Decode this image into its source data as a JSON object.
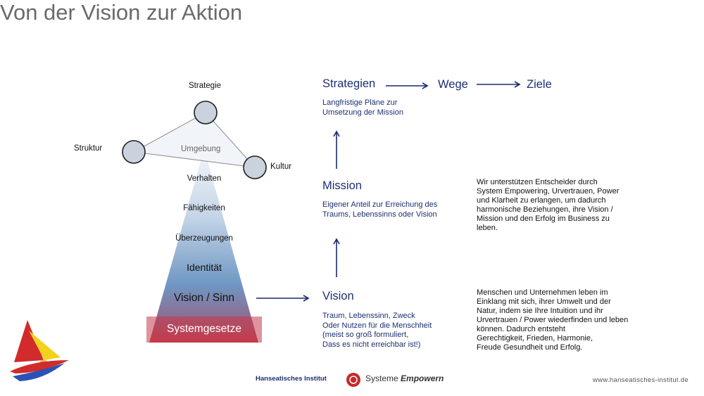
{
  "title": "Von der Vision zur Aktion",
  "triangle": {
    "vertex_top": "Strategie",
    "vertex_left": "Struktur",
    "vertex_right": "Kultur",
    "center": "Umgebung"
  },
  "pyramid_levels": [
    "Verhalten",
    "Fähigkeiten",
    "Überzeugungen",
    "Identität",
    "Vision / Sinn",
    "Systemgesetze"
  ],
  "flow": {
    "strategien": {
      "heading": "Strategien",
      "desc": [
        "Langfristige Pläne zur",
        "Umsetzung der Mission"
      ]
    },
    "wege": "Wege",
    "ziele": "Ziele",
    "mission": {
      "heading": "Mission",
      "desc": [
        "Eigener Anteil zur Erreichung des",
        "Traums, Lebenssinns oder Vision"
      ]
    },
    "vision": {
      "heading": "Vision",
      "desc": [
        "Traum, Lebenssinn, Zweck",
        "Oder Nutzen für die Menschheit",
        "(meist so groß formuliert,",
        "Dass es nicht erreichbar ist!)"
      ]
    }
  },
  "statements": {
    "mission": [
      "Wir unterstützen Entscheider durch",
      "System Empowering, Urvertrauen, Power",
      "und Klarheit zu erlangen, um dadurch",
      "harmonische Beziehungen, ihre Vision /",
      "Mission und den Erfolg im Business zu",
      "leben."
    ],
    "vision": [
      "Menschen und Unternehmen leben im",
      "Einklang mit sich, ihrer Umwelt und der",
      "Natur, indem sie Ihre Intuition und ihr",
      "Urvertrauen / Power wiederfinden und leben",
      "können. Dadurch entsteht",
      "Gerechtigkeit, Frieden, Harmonie,",
      "Freude Gesundheit und Erfolg."
    ]
  },
  "footer": {
    "institute": "Hanseatisches Institut",
    "brand_prefix": "Systeme",
    "brand_emph": "Empowern",
    "url": "www.hanseatisches-institut.de"
  },
  "colors": {
    "title": "#6a6a6a",
    "heading_blue": "#1c2f72",
    "arrow_blue": "#1a2a6e",
    "pyramid_top": "#eef3f9",
    "pyramid_mid": "#7aa0c8",
    "pyramid_red": "#c43a4b",
    "node_fill": "#c9d2dd"
  }
}
